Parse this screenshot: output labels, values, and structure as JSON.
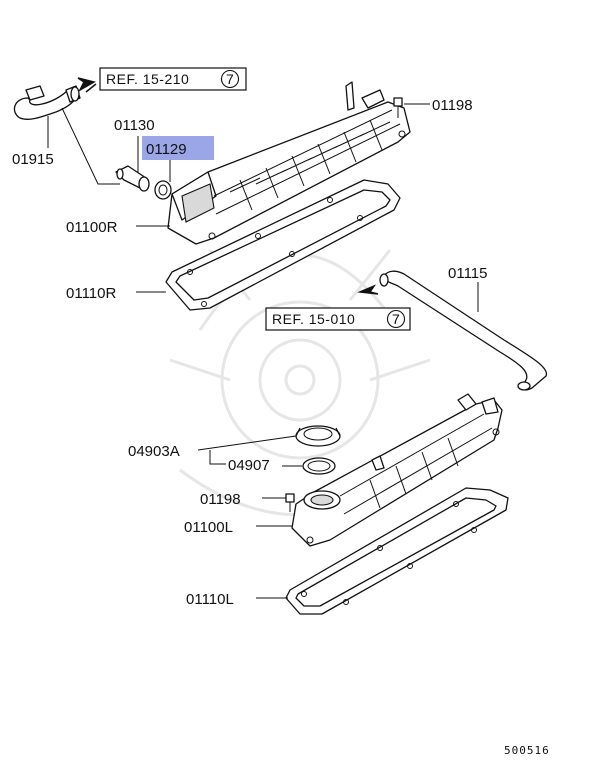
{
  "diagram": {
    "ref_top": {
      "text": "REF. 15-210",
      "circle_num": "7"
    },
    "ref_mid": {
      "text": "REF. 15-010",
      "circle_num": "7"
    },
    "parts": {
      "p01915": "01915",
      "p01130": "01130",
      "p01129": "01129",
      "p01198_top": "01198",
      "p01100R": "01100R",
      "p01110R": "01110R",
      "p01115": "01115",
      "p04903A": "04903A",
      "p04907": "04907",
      "p01198_bot": "01198",
      "p01100L": "01100L",
      "p01110L": "01110L"
    },
    "highlight_color": "#9aa6e6",
    "diagram_code": "500516"
  }
}
